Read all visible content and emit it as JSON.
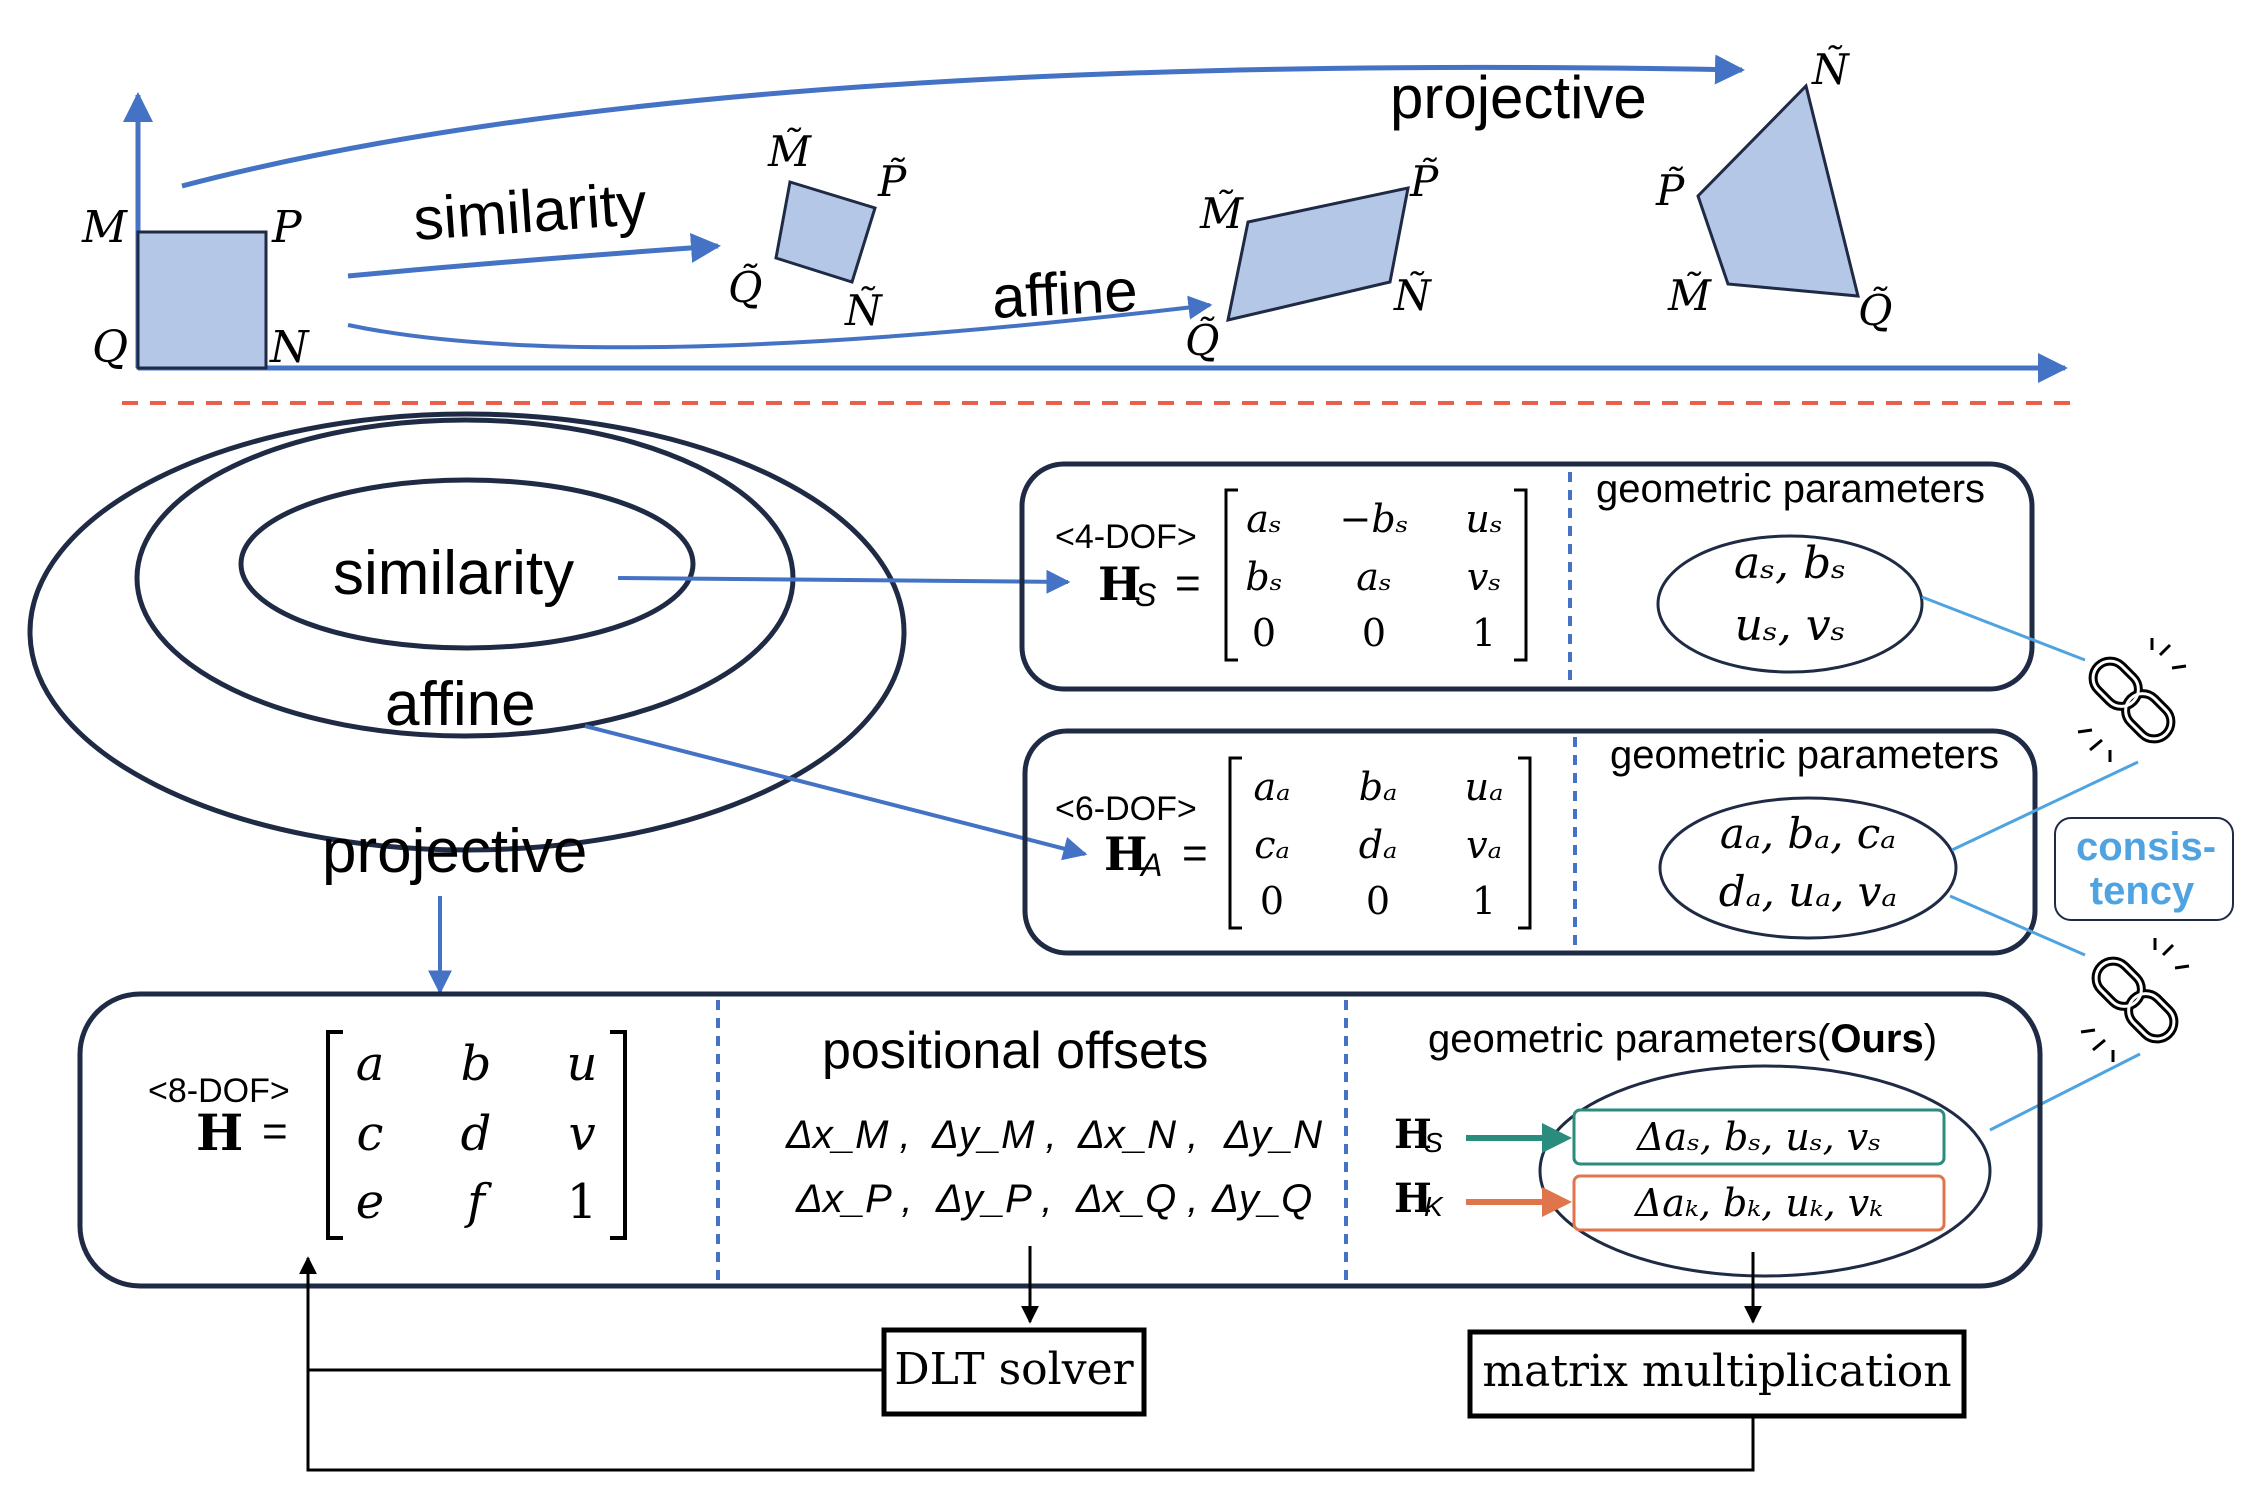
{
  "colors": {
    "arrow_blue": "#4472c4",
    "shape_fill": "#b4c7e7",
    "navy": "#1f2a44",
    "dashed_red": "#e8604c",
    "dashed_blue": "#4472c4",
    "teal": "#2a8c7d",
    "orange": "#e0754c",
    "link_blue": "#4ea3e0",
    "consistency_blue": "#4ea3e0"
  },
  "top_panel": {
    "square_labels": {
      "m": "M",
      "p": "P",
      "q": "Q",
      "n": "N"
    },
    "similarity_label": "similarity",
    "affine_label": "affine",
    "projective_label": "projective",
    "sim_labels": {
      "m": "M̃",
      "p": "P̃",
      "q": "Q̃",
      "n": "Ñ"
    },
    "aff_labels": {
      "m": "M̃",
      "p": "P̃",
      "q": "Q̃",
      "n": "Ñ"
    },
    "proj_labels": {
      "n": "Ñ",
      "p": "P̃",
      "m": "M̃",
      "q": "Q̃"
    }
  },
  "nested": {
    "similarity": "similarity",
    "affine": "affine",
    "projective": "projective"
  },
  "similarity_box": {
    "dof": "<4-DOF>",
    "symbol": "H",
    "subscript": "S",
    "equals": "=",
    "matrix": [
      [
        "aₛ",
        "−bₛ",
        "uₛ"
      ],
      [
        "bₛ",
        "aₛ",
        "vₛ"
      ],
      [
        "0",
        "0",
        "1"
      ]
    ],
    "params_title": "geometric parameters",
    "params_line1": "aₛ, bₛ",
    "params_line2": "uₛ, vₛ"
  },
  "affine_box": {
    "dof": "<6-DOF>",
    "symbol": "H",
    "subscript": "A",
    "equals": "=",
    "matrix": [
      [
        "aₐ",
        "bₐ",
        "uₐ"
      ],
      [
        "cₐ",
        "dₐ",
        "vₐ"
      ],
      [
        "0",
        "0",
        "1"
      ]
    ],
    "params_title": "geometric parameters",
    "params_line1": "aₐ, bₐ, cₐ",
    "params_line2": "dₐ, uₐ, vₐ"
  },
  "consistency": {
    "line1": "consis-",
    "line2": "tency"
  },
  "homography_box": {
    "dof": "<8-DOF>",
    "symbol": "H",
    "equals": "=",
    "matrix": [
      [
        "a",
        "b",
        "u"
      ],
      [
        "c",
        "d",
        "v"
      ],
      [
        "e",
        "f",
        "1"
      ]
    ],
    "offsets_title": "positional offsets",
    "offsets_row1": [
      "Δx_M ,",
      "Δy_M ,",
      "Δx_N ,",
      "Δy_N"
    ],
    "offsets_row2": [
      "Δx_P ,",
      "Δy_P ,",
      "Δx_Q ,",
      "Δy_Q"
    ],
    "ours_title_main": "geometric parameters(",
    "ours_title_bold": "Ours",
    "ours_title_end": ")",
    "hs_label": "H",
    "hs_sub": "S",
    "hk_label": "H",
    "hk_sub": "K",
    "hs_params": "Δaₛ, bₛ, uₛ, vₛ",
    "hk_params": "Δaₖ, bₖ, uₖ, vₖ"
  },
  "solvers": {
    "dlt": "DLT solver",
    "matmul": "matrix multiplication"
  }
}
